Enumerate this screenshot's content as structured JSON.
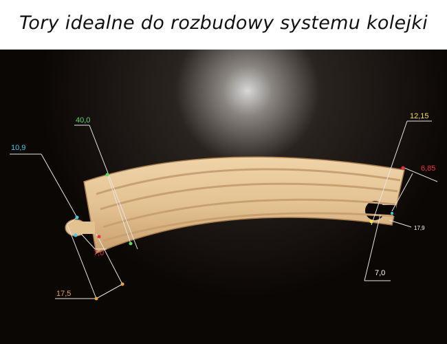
{
  "caption": "Tory idealne do rozbudowy systemu kolejki",
  "colors": {
    "background": "#0b0705",
    "wood": "#e6c79a",
    "wood_shadow": "#b98e5d",
    "groove": "#c9a072",
    "line": "#e8e8e8",
    "cyan": "#46c8e6",
    "green": "#5fd85f",
    "yellow": "#f2e24a",
    "red": "#e8303a",
    "orange": "#f0a040"
  },
  "measurements": {
    "m_10_9": "10,9",
    "m_40_0": "40,0",
    "m_7_0_left": "7,0",
    "m_17_5": "17,5",
    "m_12_15": "12,15",
    "m_6_85": "6,85",
    "m_17_9": "17,9",
    "m_7_0_right": "7,0"
  }
}
